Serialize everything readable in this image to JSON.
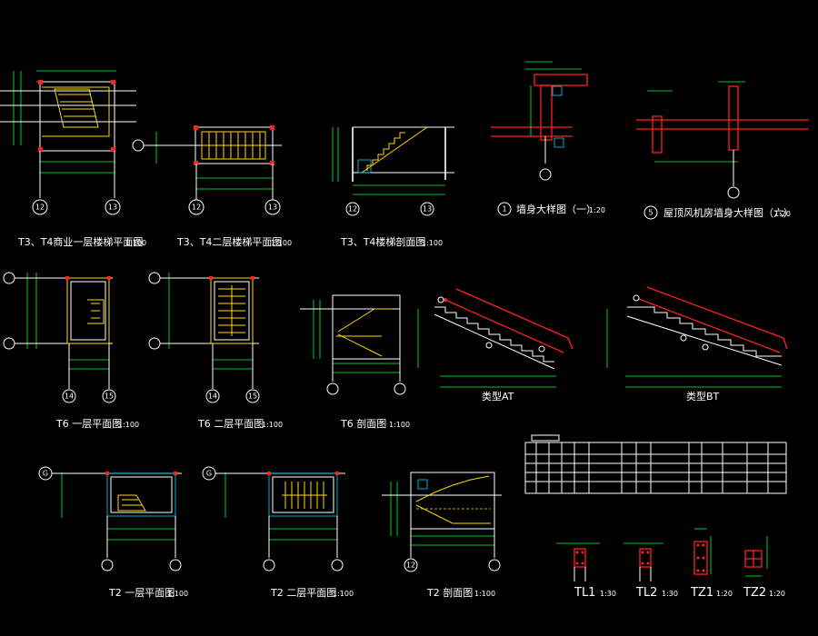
{
  "drawings": {
    "t34_floor1": {
      "title": "T3、T4商业一层楼梯平面图",
      "scale": "1:100",
      "axes": [
        "12",
        "13"
      ]
    },
    "t34_floor2": {
      "title": "T3、T4二层楼梯平面图",
      "scale": "1:100",
      "axes": [
        "12",
        "13"
      ]
    },
    "t34_section": {
      "title": "T3、T4楼梯剖面图",
      "scale": "1:100",
      "axes": [
        "12",
        "13"
      ]
    },
    "wall_detail1": {
      "title": "墙身大样图（一）",
      "scale": "1:20",
      "number": "1"
    },
    "wall_detail6": {
      "title": "屋顶风机房墙身大样图（六）",
      "scale": "1:20",
      "number": "5"
    },
    "t6_floor1": {
      "title": "T6 一层平面图",
      "scale": "1:100",
      "axes": [
        "14",
        "15"
      ]
    },
    "t6_floor2": {
      "title": "T6 二层平面图",
      "scale": "1:100",
      "axes": [
        "14",
        "15"
      ]
    },
    "t6_section": {
      "title": "T6 剖面图",
      "scale": "1:100"
    },
    "type_at": {
      "title": "类型AT"
    },
    "type_bt": {
      "title": "类型BT"
    },
    "t2_floor1": {
      "title": "T2 一层平面图",
      "scale": "1:100",
      "axes": [
        "G"
      ]
    },
    "t2_floor2": {
      "title": "T2 二层平面图",
      "scale": "1:100",
      "axes": [
        "G"
      ]
    },
    "t2_section": {
      "title": "T2 剖面图",
      "scale": "1:100",
      "axes": [
        "12"
      ]
    },
    "tl1": {
      "title": "TL1",
      "scale": "1:30"
    },
    "tl2": {
      "title": "TL2",
      "scale": "1:30"
    },
    "tz1": {
      "title": "TZ1",
      "scale": "1:20"
    },
    "tz2": {
      "title": "TZ2",
      "scale": "1:20"
    }
  },
  "colors": {
    "background": "#000000",
    "stairs": "#ffd800",
    "dimensions": "#00ff3c",
    "columns": "#ff2020",
    "text": "#ffffff"
  }
}
